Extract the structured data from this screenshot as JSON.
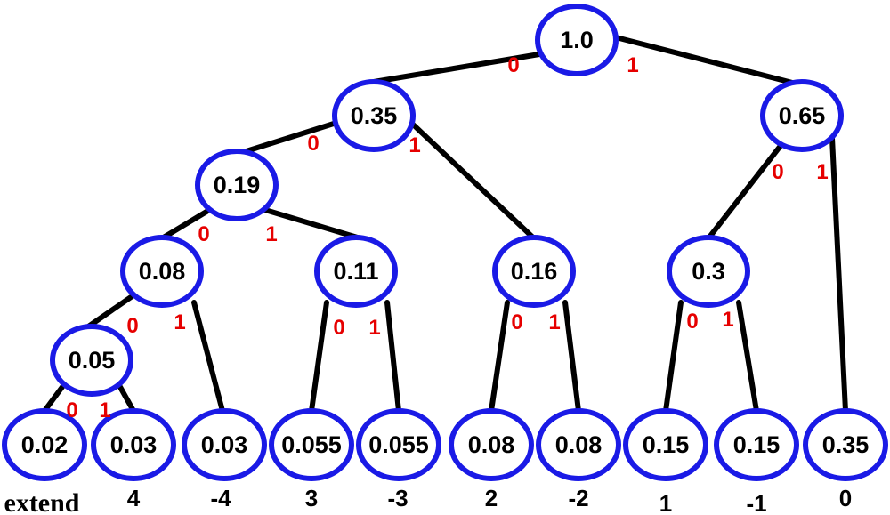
{
  "colors": {
    "node_outline": "#1a1ae6",
    "edge": "#000000",
    "bit": "#e60000",
    "text": "#000000"
  },
  "nodes": {
    "root": "1.0",
    "n035": "0.35",
    "n065": "0.65",
    "n019": "0.19",
    "n008": "0.08",
    "n011": "0.11",
    "n016": "0.16",
    "n03": "0.3",
    "n005": "0.05",
    "leaf_a": "0.02",
    "leaf_b": "0.03",
    "leaf_c": "0.03",
    "leaf_d": "0.055",
    "leaf_e": "0.055",
    "leaf_f": "0.08",
    "leaf_g": "0.08",
    "leaf_h": "0.15",
    "leaf_i": "0.15",
    "leaf_j": "0.35"
  },
  "bits": {
    "zero": "0",
    "one": "1"
  },
  "leaf_labels": {
    "a": "extend",
    "b": "4",
    "c": "-4",
    "d": "3",
    "e": "-3",
    "f": "2",
    "g": "-2",
    "h": "1",
    "i": "-1",
    "j": "0"
  }
}
